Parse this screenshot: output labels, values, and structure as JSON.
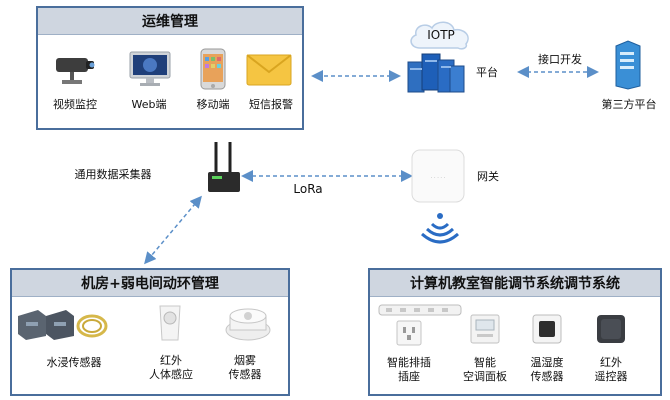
{
  "ops": {
    "title": "运维管理",
    "items": [
      "视频监控",
      "Web端",
      "移动端",
      "短信报警"
    ]
  },
  "cloud": {
    "label": "IOTP",
    "platform_label": "平台"
  },
  "interface_label": "接口开发",
  "third_party_label": "第三方平台",
  "collector_label": "通用数据采集器",
  "lora_label": "LoRa",
  "gateway_label": "网关",
  "machine_room": {
    "title": "机房+弱电间动环管理",
    "items": [
      "水浸传感器",
      "红外\n人体感应",
      "烟雾\n传感器"
    ]
  },
  "classroom": {
    "title": "计算机教室智能调节系统调节系统",
    "items": [
      "智能排插\n插座",
      "智能\n空调面板",
      "温湿度\n传感器",
      "红外\n遥控器"
    ]
  },
  "colors": {
    "border": "#4a6e9c",
    "title_bg": "#cfd6e0",
    "arrow": "#5b8fc8"
  }
}
